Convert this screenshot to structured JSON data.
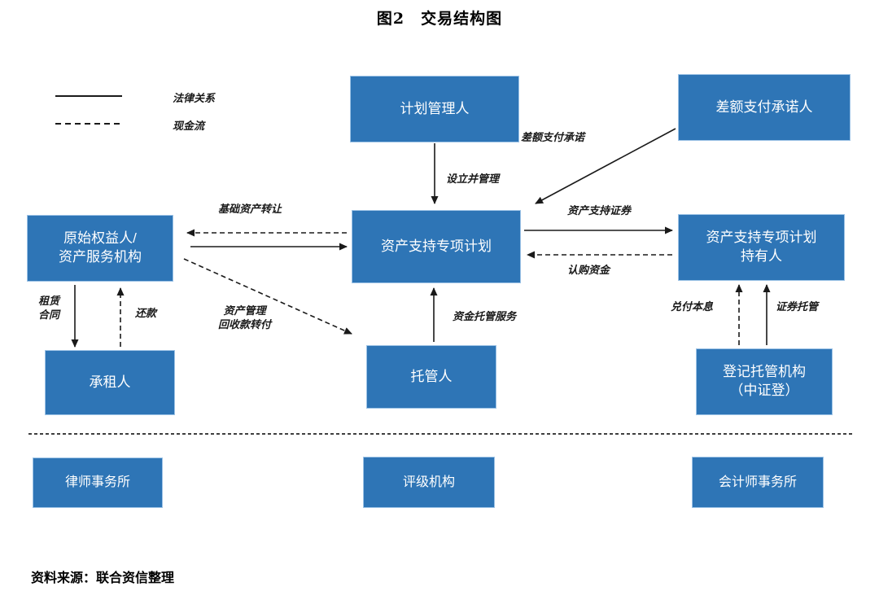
{
  "title": "图2　交易结构图",
  "legend": {
    "solid_label": "法律关系",
    "dashed_label": "现金流"
  },
  "nodes": {
    "plan_manager": "计划管理人",
    "diff_payment_promisor": "差额支付承诺人",
    "originator_line1": "原始权益人/",
    "originator_line2": "资产服务机构",
    "spv": "资产支持专项计划",
    "holder_line1": "资产支持专项计划",
    "holder_line2": "持有人",
    "lessee": "承租人",
    "custodian": "托管人",
    "registrar_line1": "登记托管机构",
    "registrar_line2": "（中证登）",
    "law_firm": "律师事务所",
    "rating_agency": "评级机构",
    "accounting_firm": "会计师事务所"
  },
  "edges": {
    "setup_manage": "设立并管理",
    "diff_payment_promise": "差额支付承诺",
    "asset_transfer": "基础资产转让",
    "abs_securities": "资产支持证券",
    "subscription_funds": "认购资金",
    "lease_line1": "租赁",
    "lease_line2": "合同",
    "repayment": "还款",
    "recovery_line1": "资产管理",
    "recovery_line2": "回收款转付",
    "fund_custody_service": "资金托管服务",
    "redeem_principal_interest": "兑付本息",
    "securities_custody": "证券托管"
  },
  "source": "资料来源：联合资信整理",
  "colors": {
    "box_fill": "#2E75B6",
    "box_border": "#9DC3E6",
    "box_text": "#FFFFFF",
    "line_color": "#1a1a1a"
  }
}
